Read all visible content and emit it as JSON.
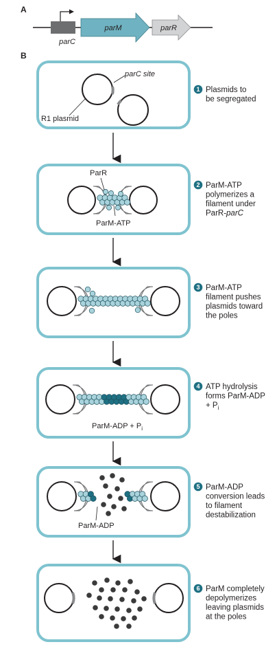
{
  "panels": {
    "a": "A",
    "b": "B"
  },
  "genes": {
    "promoter": "parC",
    "gene1": "parM",
    "gene2": "parR"
  },
  "labels": {
    "parc_site": "parC site",
    "r1_plasmid": "R1 plasmid",
    "parr": "ParR",
    "parm_atp": "ParM-ATP",
    "parm_adp_pi": "ParM-ADP + P",
    "parm_adp_pi_sub": "i",
    "parm_adp": "ParM-ADP"
  },
  "steps": [
    {
      "num": "1",
      "lines": [
        "Plasmids to",
        "be segregated"
      ]
    },
    {
      "num": "2",
      "lines": [
        "ParM-ATP",
        "polymerizes a",
        "filament under",
        "ParR-parC"
      ]
    },
    {
      "num": "3",
      "lines": [
        "ParM-ATP",
        "filament pushes",
        "plasmids toward",
        "the poles"
      ]
    },
    {
      "num": "4",
      "lines": [
        "ATP hydrolysis",
        "forms ParM-ADP",
        "+ P"
      ],
      "sub": "i"
    },
    {
      "num": "5",
      "lines": [
        "ParM-ADP",
        "conversion leads",
        "to filament",
        "destabilization"
      ]
    },
    {
      "num": "6",
      "lines": [
        "ParM completely",
        "depolymerizes",
        "leaving plasmids",
        "at the poles"
      ]
    }
  ],
  "colors": {
    "cell_border": "#7fc3cf",
    "teal_gene": "#6fb2c1",
    "light_bead": "#a9d3dc",
    "dark_bead": "#1f7083",
    "grey_block": "#6d6e70",
    "light_grey": "#d2d3d5",
    "black_dot": "#3a3a3a",
    "badge": "#1f7083"
  }
}
